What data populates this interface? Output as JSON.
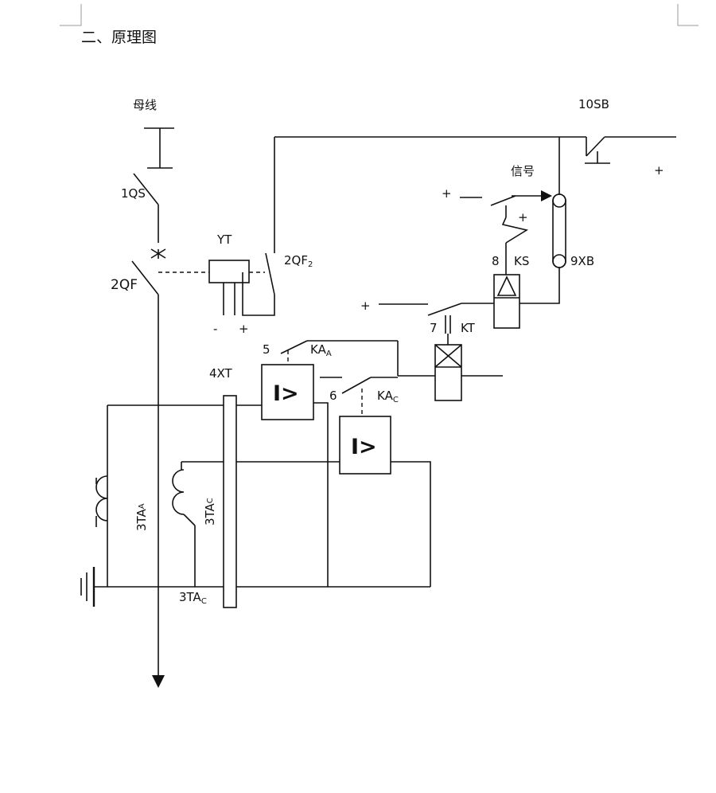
{
  "page": {
    "section_heading": "二、原理图"
  },
  "labels": {
    "busbar": "母线",
    "pushbutton": "10SB",
    "signal": "信号",
    "disconnector": "1QS",
    "breaker": "2QF",
    "trip_coil": "YT",
    "breaker_aux": "2QF",
    "breaker_aux_sub": "2",
    "signal_relay_no": "8",
    "signal_relay": "KS",
    "connector_piece": "9XB",
    "time_relay_no": "7",
    "time_relay": "KT",
    "current_relay_a_no": "5",
    "current_relay_a": "KA",
    "current_relay_a_sub": "A",
    "current_relay_c_no": "6",
    "current_relay_c": "KA",
    "current_relay_c_sub": "C",
    "terminal_block": "4XT",
    "ct_a": "3TA",
    "ct_a_sub": "A",
    "ct_c": "3TA",
    "ct_c_sub": "C",
    "ct_c_bottom": "3TA",
    "ct_c_bottom_sub": "C",
    "relay_symbol": "I>",
    "plus": "+",
    "minus": "-"
  }
}
